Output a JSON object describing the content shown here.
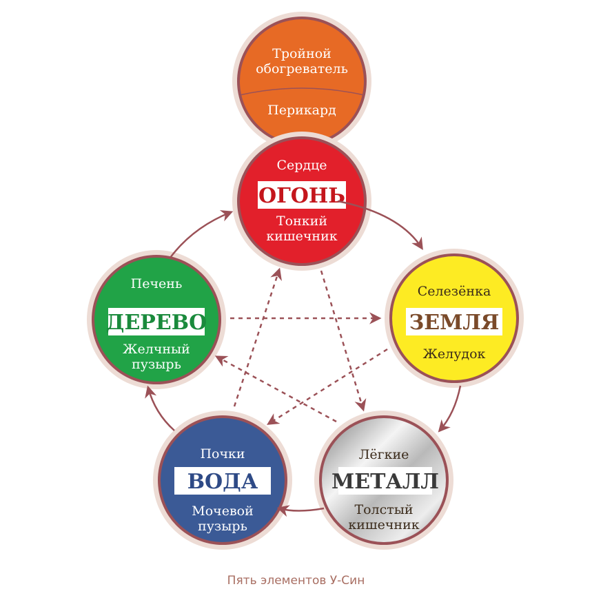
{
  "caption": "Пять элементов У-Син",
  "colors": {
    "ring_outer": "#eddcd5",
    "ring_inner": "#9b5157",
    "arrow": "#9b5157",
    "fire": "#e2202b",
    "earth": "#fdeb23",
    "metal": "#c8c8c8",
    "water": "#3b5a96",
    "wood": "#21a347",
    "triple": "#e76a25"
  },
  "top_circle": {
    "upper_label_1": "Тройной",
    "upper_label_2": "обогреватель",
    "lower_label": "Перикард"
  },
  "elements": {
    "fire": {
      "name": "ОГОНЬ",
      "organ_top": "Сердце",
      "organ_bottom_1": "Тонкий",
      "organ_bottom_2": "кишечник"
    },
    "earth": {
      "name": "ЗЕМЛЯ",
      "organ_top": "Селезёнка",
      "organ_bottom_1": "Желудок"
    },
    "metal": {
      "name": "МЕТАЛЛ",
      "organ_top": "Лёгкие",
      "organ_bottom_1": "Толстый",
      "organ_bottom_2": "кишечник"
    },
    "water": {
      "name": "ВОДА",
      "organ_top": "Почки",
      "organ_bottom_1": "Мочевой",
      "organ_bottom_2": "пузырь"
    },
    "wood": {
      "name": "ДЕРЕВО",
      "organ_top": "Печень",
      "organ_bottom_1": "Желчный",
      "organ_bottom_2": "пузырь"
    }
  }
}
